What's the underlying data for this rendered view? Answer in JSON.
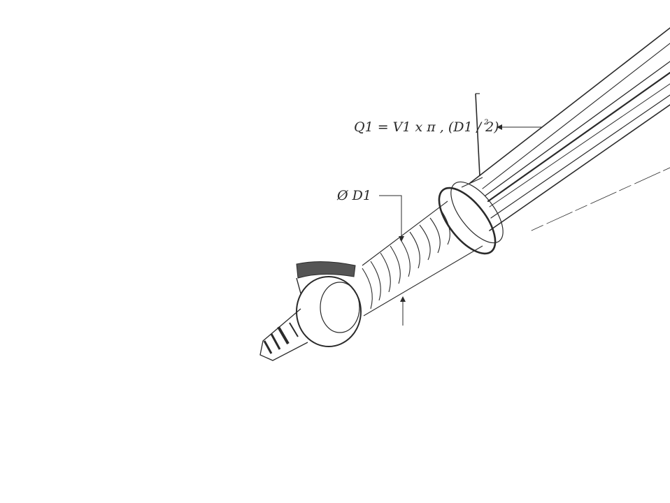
{
  "annotations": {
    "flow_formula": "Q1 = V1 x π , (D1 / 2)",
    "flow_formula_exponent": "2",
    "diameter_label": "Ø D1"
  },
  "colors": {
    "ink": "#2a2a2a",
    "paper": "#ffffff",
    "shade": "#555555"
  }
}
